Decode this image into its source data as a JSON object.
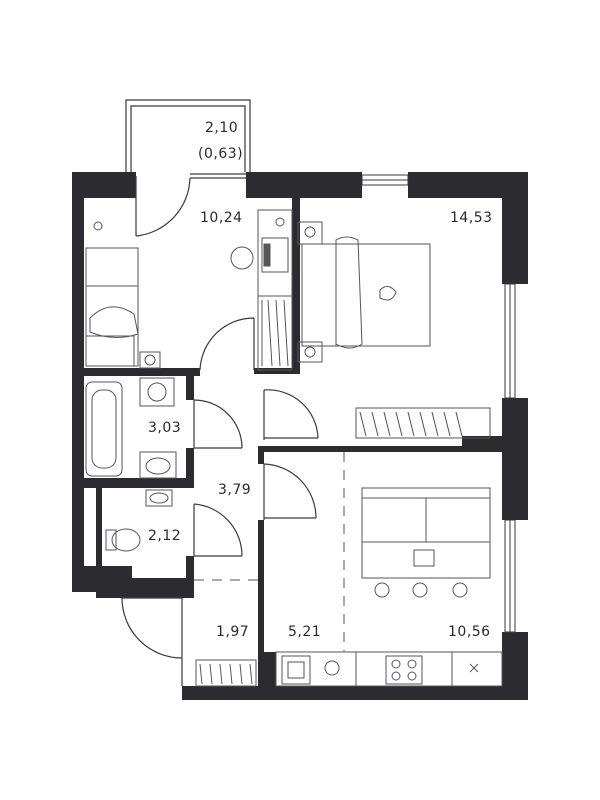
{
  "colors": {
    "wall": "#2b2b30",
    "line": "#3a3a40",
    "fixture": "#55555c",
    "background": "#ffffff"
  },
  "rooms": [
    {
      "id": "balcony",
      "area": "2,10",
      "area_reduced": "(0,63)"
    },
    {
      "id": "bedroom-1",
      "area": "10,24"
    },
    {
      "id": "bedroom-2",
      "area": "14,53"
    },
    {
      "id": "bathroom",
      "area": "3,03"
    },
    {
      "id": "hallway",
      "area": "3,79"
    },
    {
      "id": "wc",
      "area": "2,12"
    },
    {
      "id": "entrance",
      "area": "1,97"
    },
    {
      "id": "kitchen",
      "area": "5,21"
    },
    {
      "id": "living",
      "area": "10,56"
    }
  ]
}
